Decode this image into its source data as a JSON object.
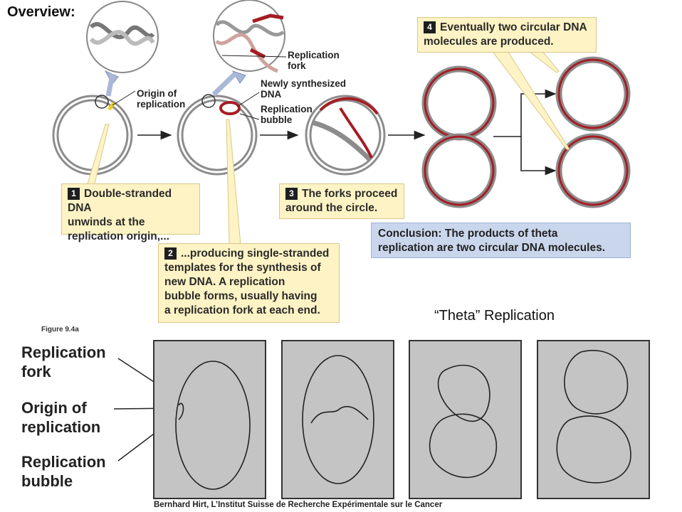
{
  "title": "Overview:",
  "labels": {
    "origin": "Origin of\nreplication",
    "fork": "Replication\nfork",
    "newly": "Newly synthesized\nDNA",
    "bubble": "Replication\nbubble"
  },
  "steps": [
    {
      "number": "1",
      "text": "Double-stranded DNA\nunwinds at the\nreplication origin,..."
    },
    {
      "number": "2",
      "text": "...producing single-stranded\ntemplates for the synthesis of\nnew DNA. A replication\nbubble forms, usually having\na replication fork at each end."
    },
    {
      "number": "3",
      "text": "The forks proceed\naround the circle."
    },
    {
      "number": "4",
      "text": "Eventually two circular DNA\nmolecules are produced."
    }
  ],
  "conclusion": {
    "lead": "Conclusion:",
    "text": " The products of theta\nreplication are two circular DNA molecules."
  },
  "theta_title": "“Theta” Replication",
  "figure_label": "Figure 9.4a",
  "micro_labels": {
    "fork": "Replication\nfork",
    "origin": "Origin of\nreplication",
    "bubble": "Replication\nbubble"
  },
  "credit": "Bernhard Hirt, L’Institut Suisse de Recherche Expérimentale sur le Cancer",
  "colors": {
    "callout": "#fdf3c4",
    "conclusion": "#c9d6ec",
    "dna_gray": "#9a9a9a",
    "new_dna_red": "#a51d24",
    "arrow_blue": "#aab8d8"
  }
}
